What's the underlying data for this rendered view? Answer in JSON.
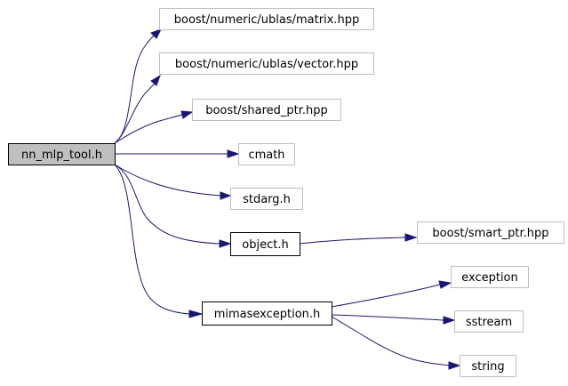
{
  "graph": {
    "colors": {
      "root_fill": "#bfbfbf",
      "node_fill": "#ffffff",
      "documented_border": "#000000",
      "undocumented_border": "#bfbfbf",
      "edge": "#191970"
    },
    "nodes": [
      {
        "id": "root",
        "label": "nn_mlp_tool.h",
        "kind": "root"
      },
      {
        "id": "matrix",
        "label": "boost/numeric/ublas/matrix.hpp",
        "kind": "external"
      },
      {
        "id": "vector",
        "label": "boost/numeric/ublas/vector.hpp",
        "kind": "external"
      },
      {
        "id": "shared_ptr",
        "label": "boost/shared_ptr.hpp",
        "kind": "external"
      },
      {
        "id": "cmath",
        "label": "cmath",
        "kind": "external"
      },
      {
        "id": "stdarg",
        "label": "stdarg.h",
        "kind": "external"
      },
      {
        "id": "object",
        "label": "object.h",
        "kind": "documented"
      },
      {
        "id": "smart_ptr",
        "label": "boost/smart_ptr.hpp",
        "kind": "external"
      },
      {
        "id": "mimasexception",
        "label": "mimasexception.h",
        "kind": "documented"
      },
      {
        "id": "exception",
        "label": "exception",
        "kind": "external"
      },
      {
        "id": "sstream",
        "label": "sstream",
        "kind": "external"
      },
      {
        "id": "string",
        "label": "string",
        "kind": "external"
      }
    ],
    "edges": [
      {
        "from": "root",
        "to": "matrix"
      },
      {
        "from": "root",
        "to": "vector"
      },
      {
        "from": "root",
        "to": "shared_ptr"
      },
      {
        "from": "root",
        "to": "cmath"
      },
      {
        "from": "root",
        "to": "stdarg"
      },
      {
        "from": "root",
        "to": "object"
      },
      {
        "from": "root",
        "to": "mimasexception"
      },
      {
        "from": "object",
        "to": "smart_ptr"
      },
      {
        "from": "mimasexception",
        "to": "exception"
      },
      {
        "from": "mimasexception",
        "to": "sstream"
      },
      {
        "from": "mimasexception",
        "to": "string"
      }
    ]
  }
}
